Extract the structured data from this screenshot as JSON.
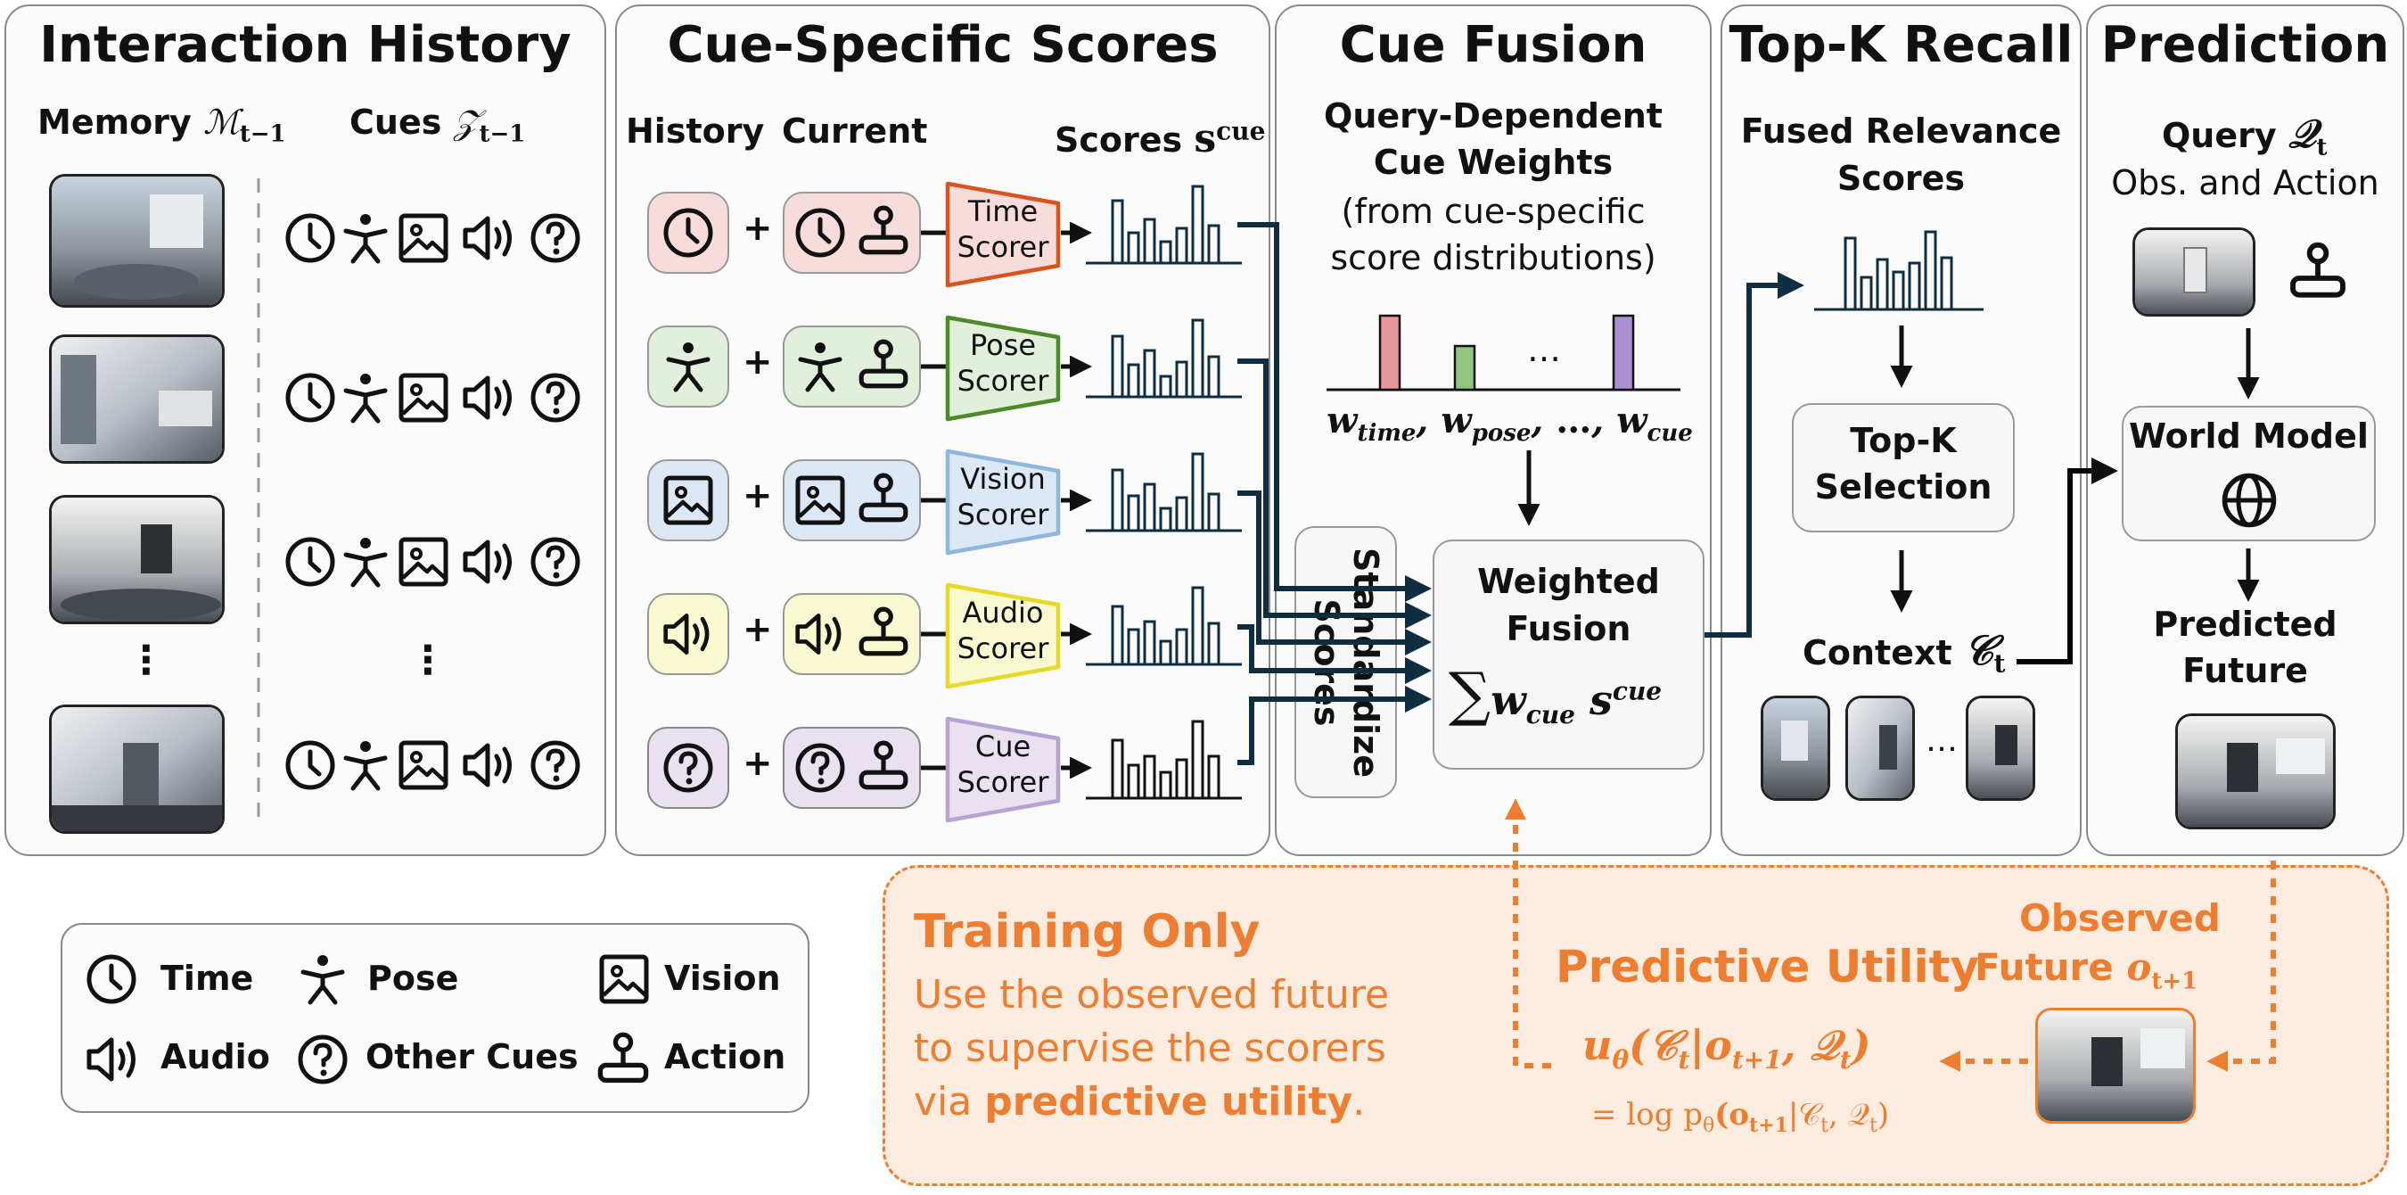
{
  "panels": {
    "history": "Interaction History",
    "cue_scores": "Cue-Specific Scores",
    "fusion": "Cue Fusion",
    "recall": "Top-K Recall",
    "prediction": "Prediction"
  },
  "history": {
    "memory_label": "Memory",
    "memory_sym": "ℳ",
    "memory_sub": "t−1",
    "cues_label": "Cues",
    "cues_sym": "𝒵",
    "cues_sub": "t−1",
    "ellipsis": "⋮"
  },
  "scores": {
    "history_label": "History",
    "current_label": "Current",
    "scores_label": "Scores",
    "scores_sym": "s",
    "scores_sup": "cue",
    "plus": "+",
    "scorer_top": [
      "Time",
      "Pose",
      "Vision",
      "Audio",
      "Cue"
    ],
    "scorer_bottom": "Scorer"
  },
  "fusion": {
    "weights_title_1": "Query-Dependent",
    "weights_title_2": "Cue Weights",
    "weights_note_1": "(from cue-specific",
    "weights_note_2": "score distributions)",
    "dots": "…",
    "w_time": "time",
    "w_pose": "pose",
    "w_cue": "cue",
    "w_mid": "…",
    "standardize_1": "Standardize",
    "standardize_2": "Scores",
    "weighted_1": "Weighted",
    "weighted_2": "Fusion",
    "sum_sym": "∑",
    "sum_w": "w",
    "sum_w_sub": "cue",
    "sum_s": "s",
    "sum_s_sup": "cue"
  },
  "recall": {
    "fused_1": "Fused Relevance",
    "fused_2": "Scores",
    "topk_1": "Top-K",
    "topk_2": "Selection",
    "context_label": "Context",
    "context_sym": "𝒞",
    "context_sub": "t",
    "dots": "…"
  },
  "prediction": {
    "query_label": "Query",
    "query_sym": "𝒬",
    "query_sub": "t",
    "query_note": "Obs. and Action",
    "world_model": "World Model",
    "predicted_1": "Predicted",
    "predicted_2": "Future"
  },
  "legend": {
    "time": "Time",
    "pose": "Pose",
    "vision": "Vision",
    "audio": "Audio",
    "other": "Other Cues",
    "action": "Action"
  },
  "training": {
    "title": "Training Only",
    "body_1": "Use the observed future",
    "body_2": "to supervise the scorers",
    "body_3_pre": "via ",
    "body_3_bold": "predictive utility",
    "body_3_post": ".",
    "utility_label": "Predictive Utility",
    "utility_formula": "u",
    "utility_sub": "θ",
    "utility_args": "(𝒞",
    "utility_args_sub": "t",
    "utility_args_rest": "|o",
    "utility_args_sub2": "t+1",
    "utility_args_end": ", 𝒬",
    "utility_args_sub3": "t",
    "utility_close": ")",
    "log_line": "= log p",
    "log_sub": "θ",
    "log_args": "(o",
    "log_args_sub": "t+1",
    "log_args_mid": "|𝒞",
    "log_args_sub2": "t",
    "log_args_end": ", 𝒬",
    "log_args_sub3": "t",
    "log_close": ")",
    "observed_1": "Observed",
    "observed_2": "Future",
    "observed_sym": "o",
    "observed_sub": "t+1"
  },
  "colors": {
    "time": "#f8dcdc",
    "pose": "#e1efdb",
    "vision": "#dce8f5",
    "audio": "#fafad2",
    "other": "#e9e1f0",
    "time_stroke": "#d8541e",
    "pose_stroke": "#4d8a2a",
    "vision_stroke": "#8fb6dd",
    "audio_stroke": "#e6d92a",
    "other_stroke": "#b6a2d3",
    "accent": "#ed7d31",
    "arrow": "#0f2d40"
  }
}
